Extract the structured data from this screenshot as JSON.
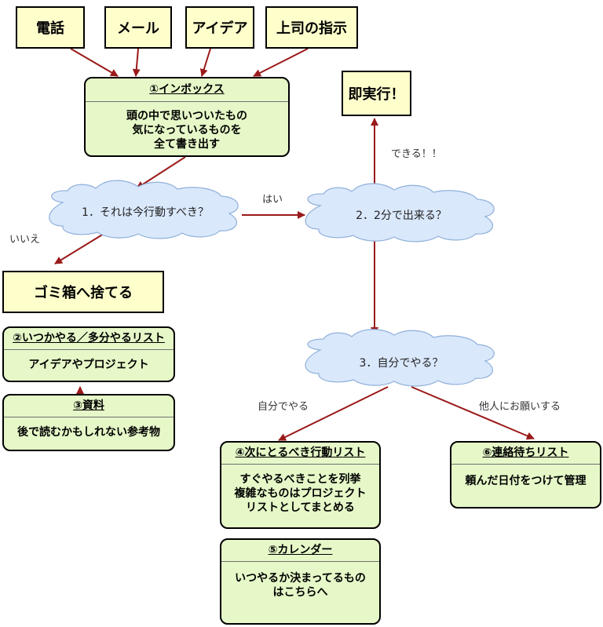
{
  "sources": [
    {
      "id": "phone",
      "text": "電話"
    },
    {
      "id": "mail",
      "text": "メール"
    },
    {
      "id": "idea",
      "text": "アイデア"
    },
    {
      "id": "boss",
      "text": "上司の指示"
    }
  ],
  "action_now": {
    "text": "即実行！"
  },
  "trash": {
    "text": "ゴミ箱へ捨てる"
  },
  "inbox": {
    "title": "①インボックス",
    "body": "頭の中で思いついたもの\n気になっているものを\n全て書き出す"
  },
  "someday": {
    "title": "②いつかやる／多分やるリスト",
    "body": "アイデアやプロジェクト"
  },
  "reference": {
    "title": "③資料",
    "body": "後で読むかもしれない参考物"
  },
  "next_action": {
    "title": "④次にとるべき行動リスト",
    "body": "すぐやるべきことを列挙\n複雑なものはプロジェクト\nリストとしてまとめる"
  },
  "calendar": {
    "title": "⑤カレンダー",
    "body": "いつやるか決まってるもの\nはこちらへ"
  },
  "waiting": {
    "title": "⑥連絡待ちリスト",
    "body": "頼んだ日付をつけて管理"
  },
  "decisions": {
    "q1": "1．それは今行動すべき？",
    "q2": "2．2分で出来る？",
    "q3": "3．自分でやる？"
  },
  "edge_labels": {
    "no": "いいえ",
    "yes": "はい",
    "can_do": "できる！！",
    "self": "自分でやる",
    "delegate": "他人にお願いする"
  },
  "colors": {
    "source_fill": "#ffffcc",
    "list_fill": "#e6f8c8",
    "cloud_fill": "#dae8fc",
    "arrow": "#9b1a1a"
  }
}
